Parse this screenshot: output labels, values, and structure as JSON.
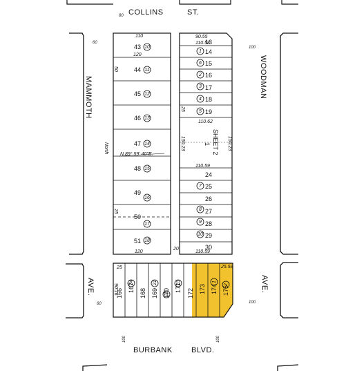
{
  "streets": {
    "top": "COLLINS",
    "top_suffix": "ST.",
    "left": "MAMMOTH",
    "left_suffix": "AVE.",
    "right": "WOODMAN",
    "right_suffix": "AVE.",
    "bottom": "BURBANK",
    "bottom_suffix": "BLVD."
  },
  "street_widths": {
    "collins": "80",
    "mammoth": "60",
    "woodman": "100",
    "burbank_left": "100",
    "burbank_right": "100",
    "mammoth_lower": "60",
    "woodman_lower": "100"
  },
  "block_a": {
    "lots": [
      "43",
      "44",
      "45",
      "46",
      "47",
      "48",
      "49",
      "50",
      "51"
    ],
    "parcels": [
      "10",
      "11",
      "12",
      "13",
      "14",
      "15",
      "16",
      "17",
      "18"
    ],
    "top_dim": "110",
    "dim_120_top": "120",
    "dim_120_bottom": "120",
    "bearing": "N.89° 59' 40\"E.",
    "north_label": "North",
    "side_dim_50": "50",
    "side_dim_25": "25"
  },
  "block_b": {
    "lots_upper": [
      "13",
      "14",
      "15",
      "16",
      "17",
      "18",
      "19"
    ],
    "parcels_upper": [
      "1",
      "2",
      "3",
      "4",
      "5",
      "6"
    ],
    "lots_lower": [
      "24",
      "25",
      "26",
      "27",
      "28",
      "29",
      "30"
    ],
    "parcels_lower": [
      "7",
      "8",
      "9",
      "10"
    ],
    "sheet_label": "SHEET 2",
    "sheet_num": "1",
    "dim_top": "90.55",
    "dim_upper": "110.58",
    "dim_mid_a": "110.62",
    "dim_mid_b": "110.59",
    "dim_bottom": "110.59",
    "dim_left": "150.23",
    "dim_right": "150.23",
    "side_25": "25",
    "side_20": "20"
  },
  "block_c": {
    "lots": [
      "166",
      "167",
      "168",
      "169",
      "170",
      "171",
      "172",
      "173",
      "174",
      "175"
    ],
    "parcels": [
      "24",
      "21",
      "22",
      "23",
      "1",
      "2"
    ],
    "dim_25": "25",
    "dim_top_right": "25.58",
    "dim_left": "90.16",
    "highlight_color": "#f2c22e"
  }
}
